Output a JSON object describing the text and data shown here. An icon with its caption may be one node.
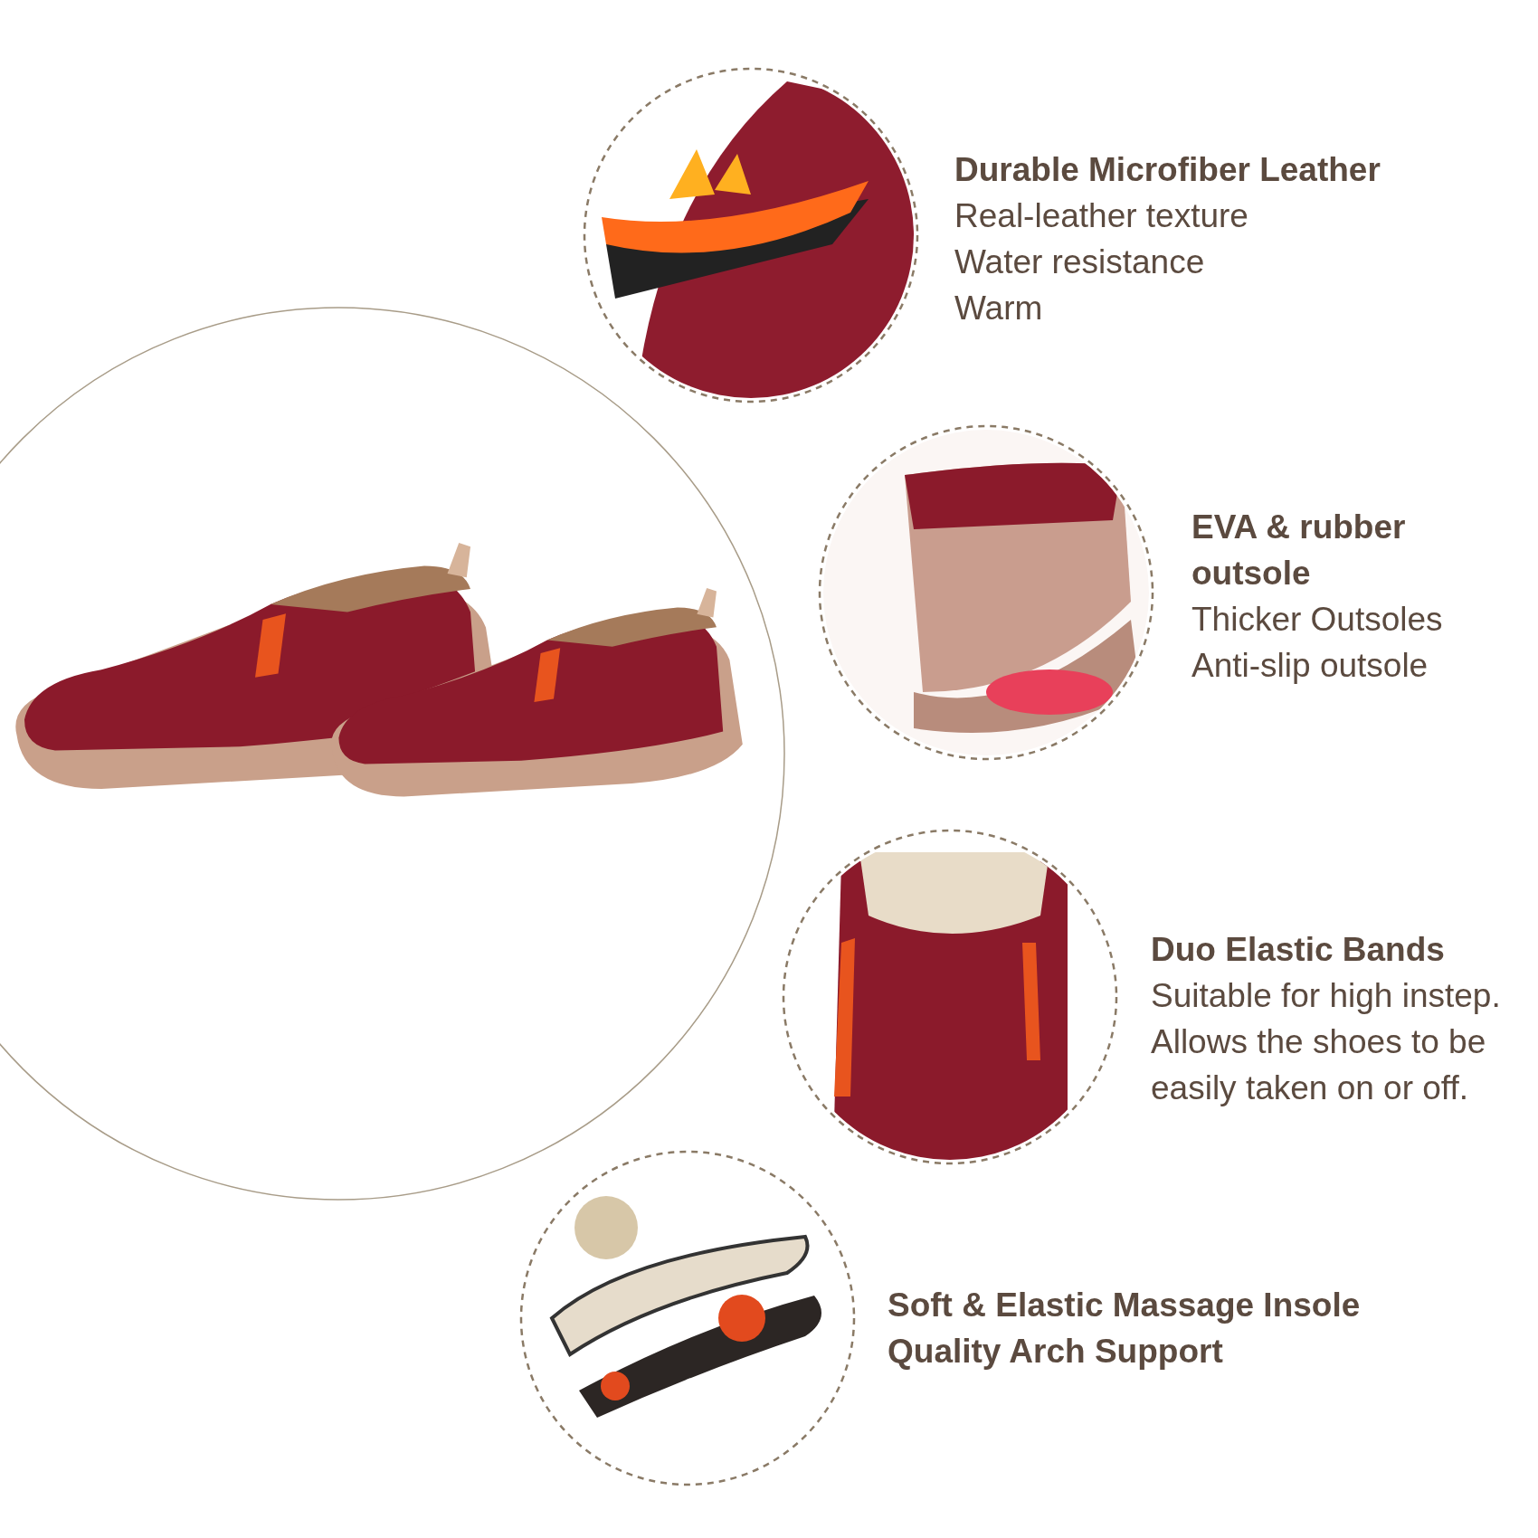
{
  "diagram": {
    "nodes": [
      {
        "text": [
          "Durable Microfiber Leather",
          "Real-leather texture",
          "Water resistance",
          "Warm"
        ]
      },
      {
        "text": [
          "EVA & rubber outsole",
          "Thicker Outsoles",
          "Anti-slip outsole"
        ]
      },
      {
        "text": [
          "Duo Elastic Bands",
          "Suitable for high instep.",
          "Allows the shoes to be easily taken on or off."
        ]
      },
      {
        "text": [
          "Soft & Elastic Massage Insole Quality Arch Support"
        ]
      }
    ]
  }
}
